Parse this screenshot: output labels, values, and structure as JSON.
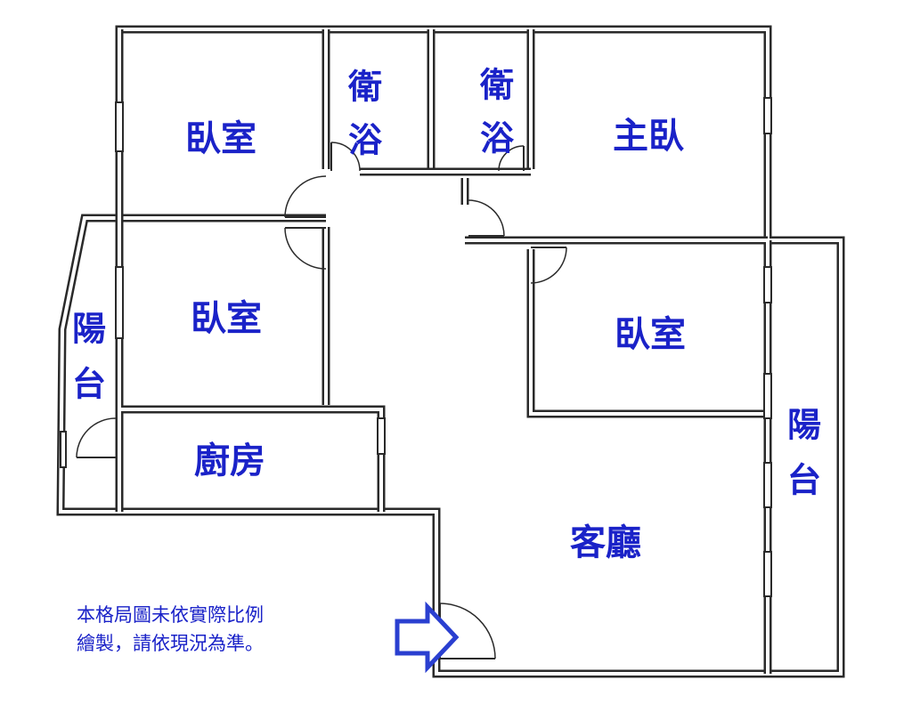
{
  "rooms": {
    "bedroom_top_left": "臥室",
    "bath_1": [
      "衛",
      "浴"
    ],
    "bath_2": [
      "衛",
      "浴"
    ],
    "master_bedroom": "主臥",
    "bedroom_mid_left": "臥室",
    "bedroom_right": "臥室",
    "kitchen": "廚房",
    "living_room": "客廳",
    "balcony_left": [
      "陽",
      "台"
    ],
    "balcony_right": [
      "陽",
      "台"
    ]
  },
  "note": {
    "line1": "本格局圖未依實際比例",
    "line2": "繪製，請依現況為準。"
  },
  "colors": {
    "label": "#1a22c8",
    "wall": "#2a2a2a",
    "arrow": "#2a3fd0"
  },
  "icons": {
    "entrance": "entrance-arrow-icon"
  }
}
